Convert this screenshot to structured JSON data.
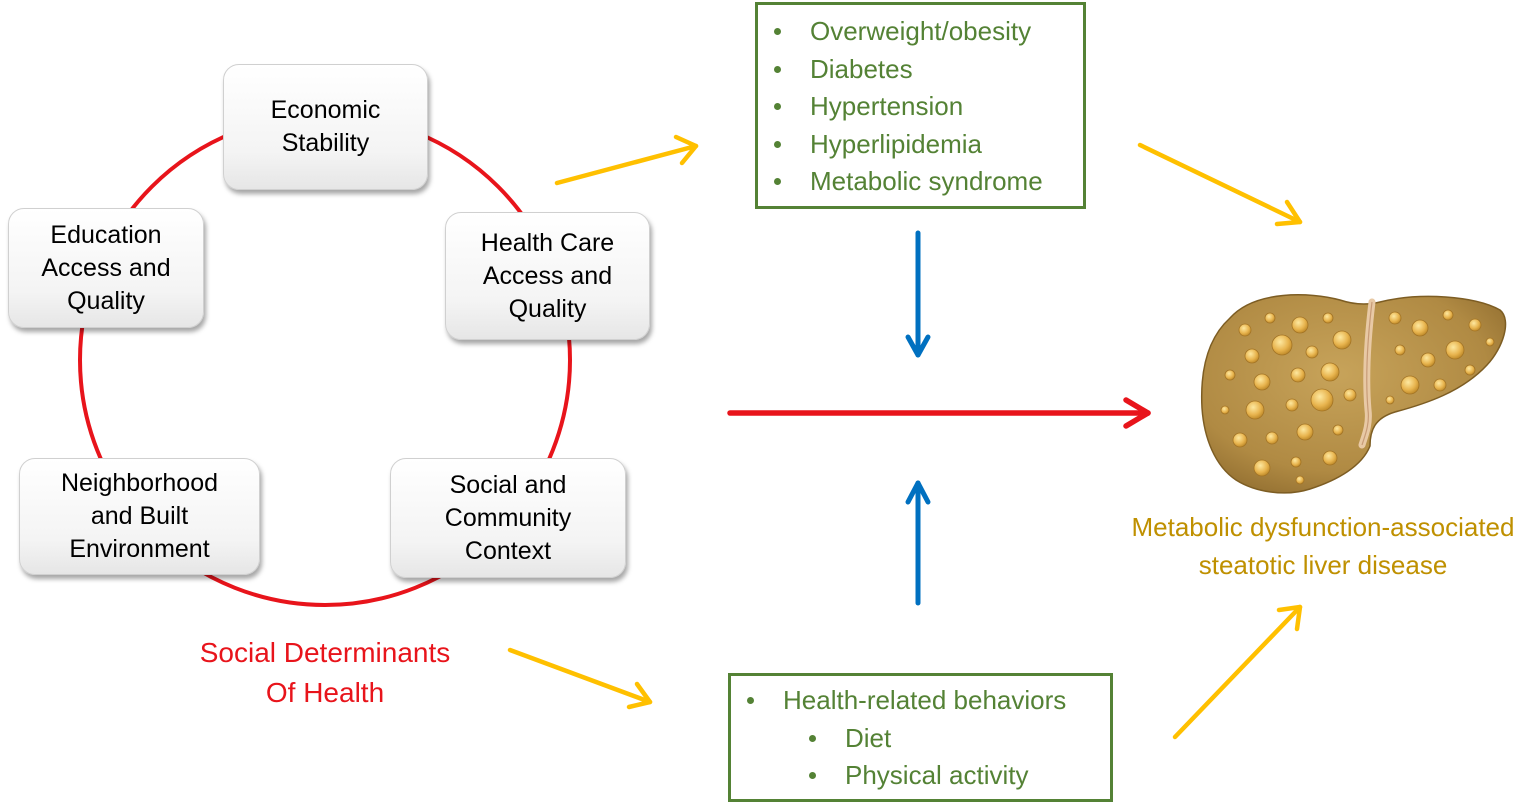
{
  "sdoh": {
    "title_line1": "Social Determinants",
    "title_line2": "Of Health",
    "nodes": {
      "economic": [
        "Economic",
        "Stability"
      ],
      "health_care": [
        "Health Care",
        "Access and",
        "Quality"
      ],
      "social": [
        "Social and",
        "Community",
        "Context"
      ],
      "neighborhood": [
        "Neighborhood",
        "and Built",
        "Environment"
      ],
      "education": [
        "Education",
        "Access and",
        "Quality"
      ]
    }
  },
  "conditions": {
    "items": [
      "Overweight/obesity",
      "Diabetes",
      "Hypertension",
      "Hyperlipidemia",
      "Metabolic syndrome"
    ]
  },
  "behaviors": {
    "main": "Health-related behaviors",
    "sub": [
      "Diet",
      "Physical activity"
    ]
  },
  "outcome": {
    "line1": "Metabolic dysfunction-associated",
    "line2": "steatotic liver disease"
  },
  "colors": {
    "cycle_red": "#e8141b",
    "yellow_arrow": "#ffc000",
    "blue_arrow": "#0070c0",
    "green_box": "#548235",
    "outcome_text": "#bf9000",
    "liver": "#b9934a"
  },
  "icons": [
    "liver-icon"
  ]
}
